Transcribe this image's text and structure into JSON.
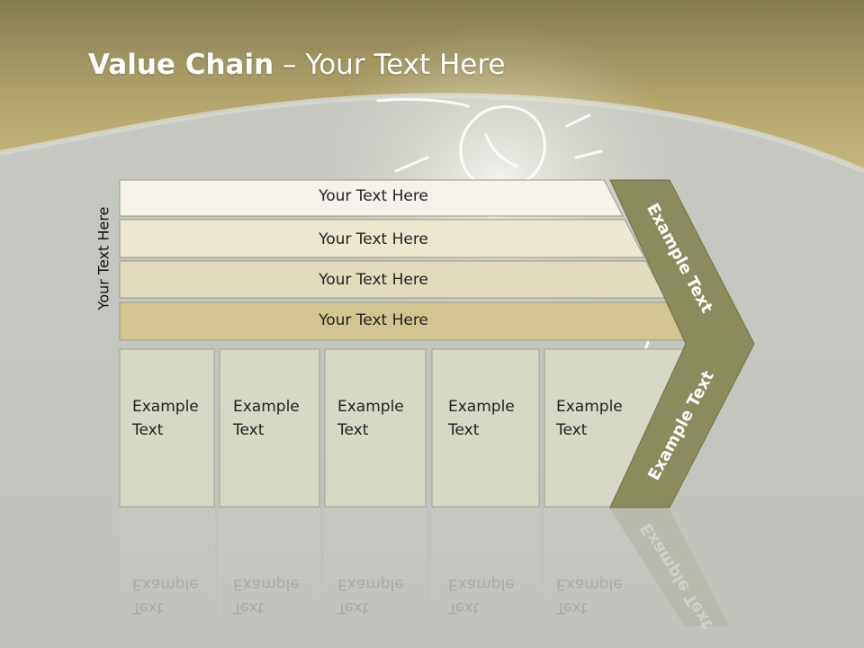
{
  "slide": {
    "title_bold": "Value Chain",
    "title_rest": " – Your Text Here",
    "side_label": "Your Text Here",
    "rows": [
      "Your Text Here",
      "Your Text Here",
      "Your Text Here",
      "Your Text Here"
    ],
    "boxes": [
      {
        "line1": "Example",
        "line2": "Text"
      },
      {
        "line1": "Example",
        "line2": "Text"
      },
      {
        "line1": "Example",
        "line2": "Text"
      },
      {
        "line1": "Example",
        "line2": "Text"
      },
      {
        "line1": "Example",
        "line2": "Text"
      }
    ],
    "chevron_top": "Example Text",
    "chevron_bottom": "Example Text"
  },
  "colors": {
    "header": "#b5a869",
    "chevron": "#8a8c5e",
    "row_fills": [
      "#f4f2ea",
      "#ece7d1",
      "#e2dcbe",
      "#d2c58f"
    ],
    "box_fill": "#d7d8c5"
  }
}
